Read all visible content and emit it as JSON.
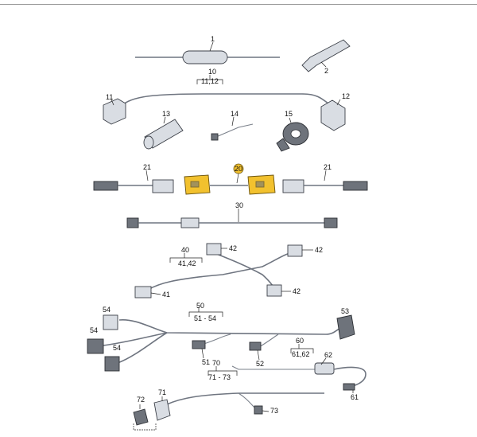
{
  "colors": {
    "highlight": "#f2c12e",
    "wire": "#6f7580",
    "part": "#d9dde3"
  },
  "labels": {
    "l1": "1",
    "l2": "2",
    "l10": "10",
    "l10s": "11,12",
    "l11": "11",
    "l12": "12",
    "l13": "13",
    "l14": "14",
    "l15": "15",
    "l20": "20",
    "l21a": "21",
    "l21b": "21",
    "l30": "30",
    "l40": "40",
    "l40s": "41,42",
    "l41": "41",
    "l42a": "42",
    "l42b": "42",
    "l42c": "42",
    "l50": "50",
    "l50s": "51 - 54",
    "l51": "51",
    "l52": "52",
    "l53": "53",
    "l54a": "54",
    "l54b": "54",
    "l54c": "54",
    "l60": "60",
    "l60s": "61,62",
    "l61": "61",
    "l62": "62",
    "l70": "70",
    "l70s": "71 - 73",
    "l71": "71",
    "l72": "72",
    "l73": "73"
  }
}
